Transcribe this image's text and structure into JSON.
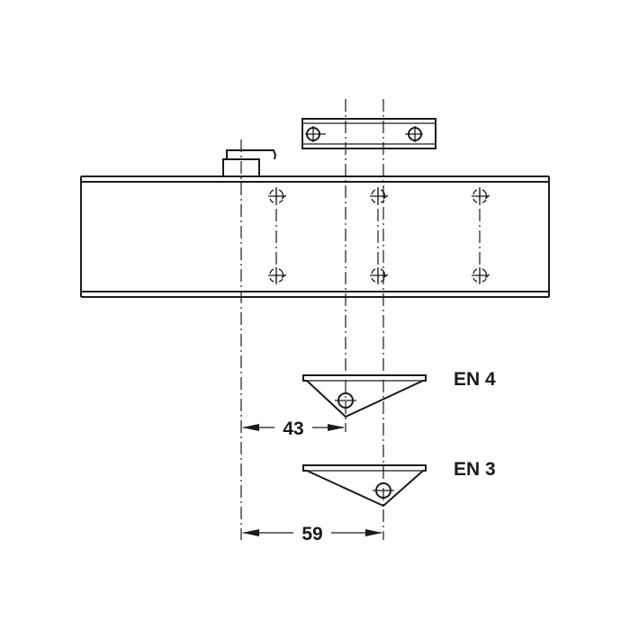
{
  "dimensions": [
    {
      "label": "43",
      "value": 43
    },
    {
      "label": "59",
      "value": 59
    }
  ],
  "brackets": [
    {
      "label": "EN 4"
    },
    {
      "label": "EN 3"
    }
  ],
  "colors": {
    "line": "#1a1a1a",
    "background": "#ffffff"
  }
}
